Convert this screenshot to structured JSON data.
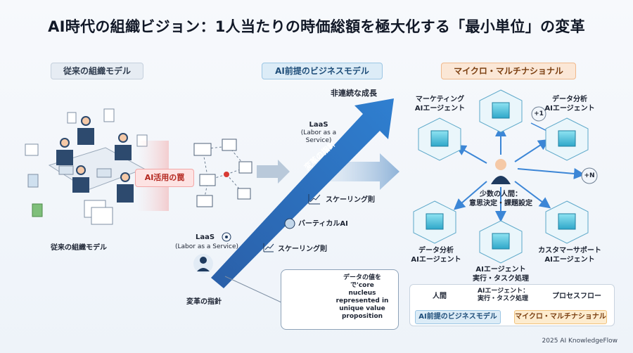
{
  "title": "AI時代の組織ビジョン：1人当たりの時価総額を極大化する「最小単位」の変革",
  "sections": {
    "traditional": "従来の組織モデル",
    "ai_business": "AI前提のビジネスモデル",
    "micro_multinational": "マイクロ・マルチナショナル"
  },
  "traditional": {
    "caption": "従来の組織モデル",
    "trap_label": "AI活用の罠"
  },
  "ai_business": {
    "growth_label": "非連続な成長",
    "arrow_label": "変革の指針",
    "laas_top": "LaaS",
    "laas_top_sub1": "(Labor as a",
    "laas_top_sub2": "Service)",
    "scaling_law_top": "スケーリング則",
    "vertical_ai": "バーティカルAI",
    "laas_bottom": "LaaS",
    "laas_bottom_sub": "(Labor as a Service)",
    "scaling_law_bottom": "スケーリング則",
    "person_label": "変革の指針",
    "insight_lines": [
      "データの値を",
      "で'core",
      "nucleus",
      "represented in",
      "unique value",
      "proposition"
    ]
  },
  "micro": {
    "center_lines": [
      "少数の人間：",
      "意思決定・課題設定"
    ],
    "agents": [
      {
        "title": "マーケティング",
        "sub": "AIエージェント"
      },
      {
        "title": "データ分析",
        "sub": "AIエージェント"
      },
      {
        "title": "データ分析",
        "sub": "AIエージェント"
      },
      {
        "title": "AIエージェント",
        "sub": "実行・タスク処理"
      },
      {
        "title": "カスタマーサポート",
        "sub": "AIエージェント"
      }
    ],
    "plus_one": "+1",
    "plus_n": "+N"
  },
  "legend": {
    "human": "人間",
    "agent_line1": "AIエージェント：",
    "agent_line2": "実行・タスク処理",
    "flow": "プロセスフロー",
    "tag_ai": "AI前提のビジネスモデル",
    "tag_micro": "マイクロ・マルチナショナル"
  },
  "footer": "2025 AI KnowledgeFlow",
  "colors": {
    "arrow_dark": "#1f5fae",
    "arrow_light": "#b7d3ef",
    "accent_cyan": "#37b6d9",
    "navy": "#1e3a5f",
    "trap_red": "#d83a34"
  }
}
